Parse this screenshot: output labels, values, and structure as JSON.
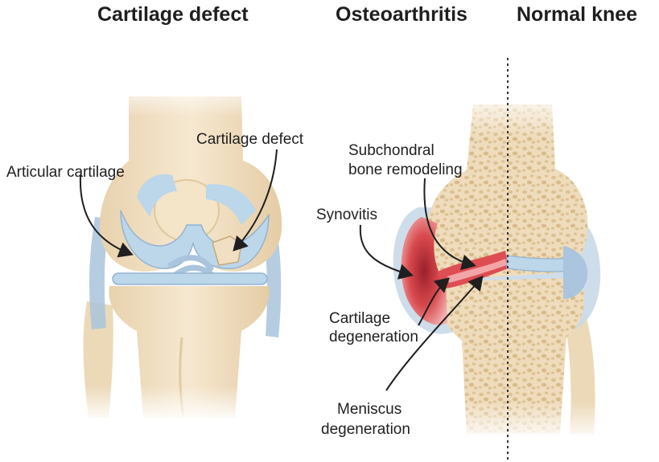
{
  "titles": {
    "left": "Cartilage defect",
    "middle": "Osteoarthritis",
    "right": "Normal knee"
  },
  "labels": {
    "articular_cartilage": "Articular cartilage",
    "cartilage_defect": "Cartilage defect",
    "subchondral_line1": "Subchondral",
    "subchondral_line2": "bone remodeling",
    "synovitis": "Synovitis",
    "cartilage_degen_line1": "Cartilage",
    "cartilage_degen_line2": "degeneration",
    "meniscus_degen_line1": "Meniscus",
    "meniscus_degen_line2": "degeneration"
  },
  "colors": {
    "bone": "#f1e0c3",
    "bone_shadow": "#e3c9a0",
    "cartilage": "#bcd6ea",
    "ligament": "#a9c4dc",
    "marrow": "#e6cfa8",
    "inflammation": "#d84a4e",
    "inflammation_light": "#f4a7a8",
    "synovium": "#a3bcd3"
  }
}
